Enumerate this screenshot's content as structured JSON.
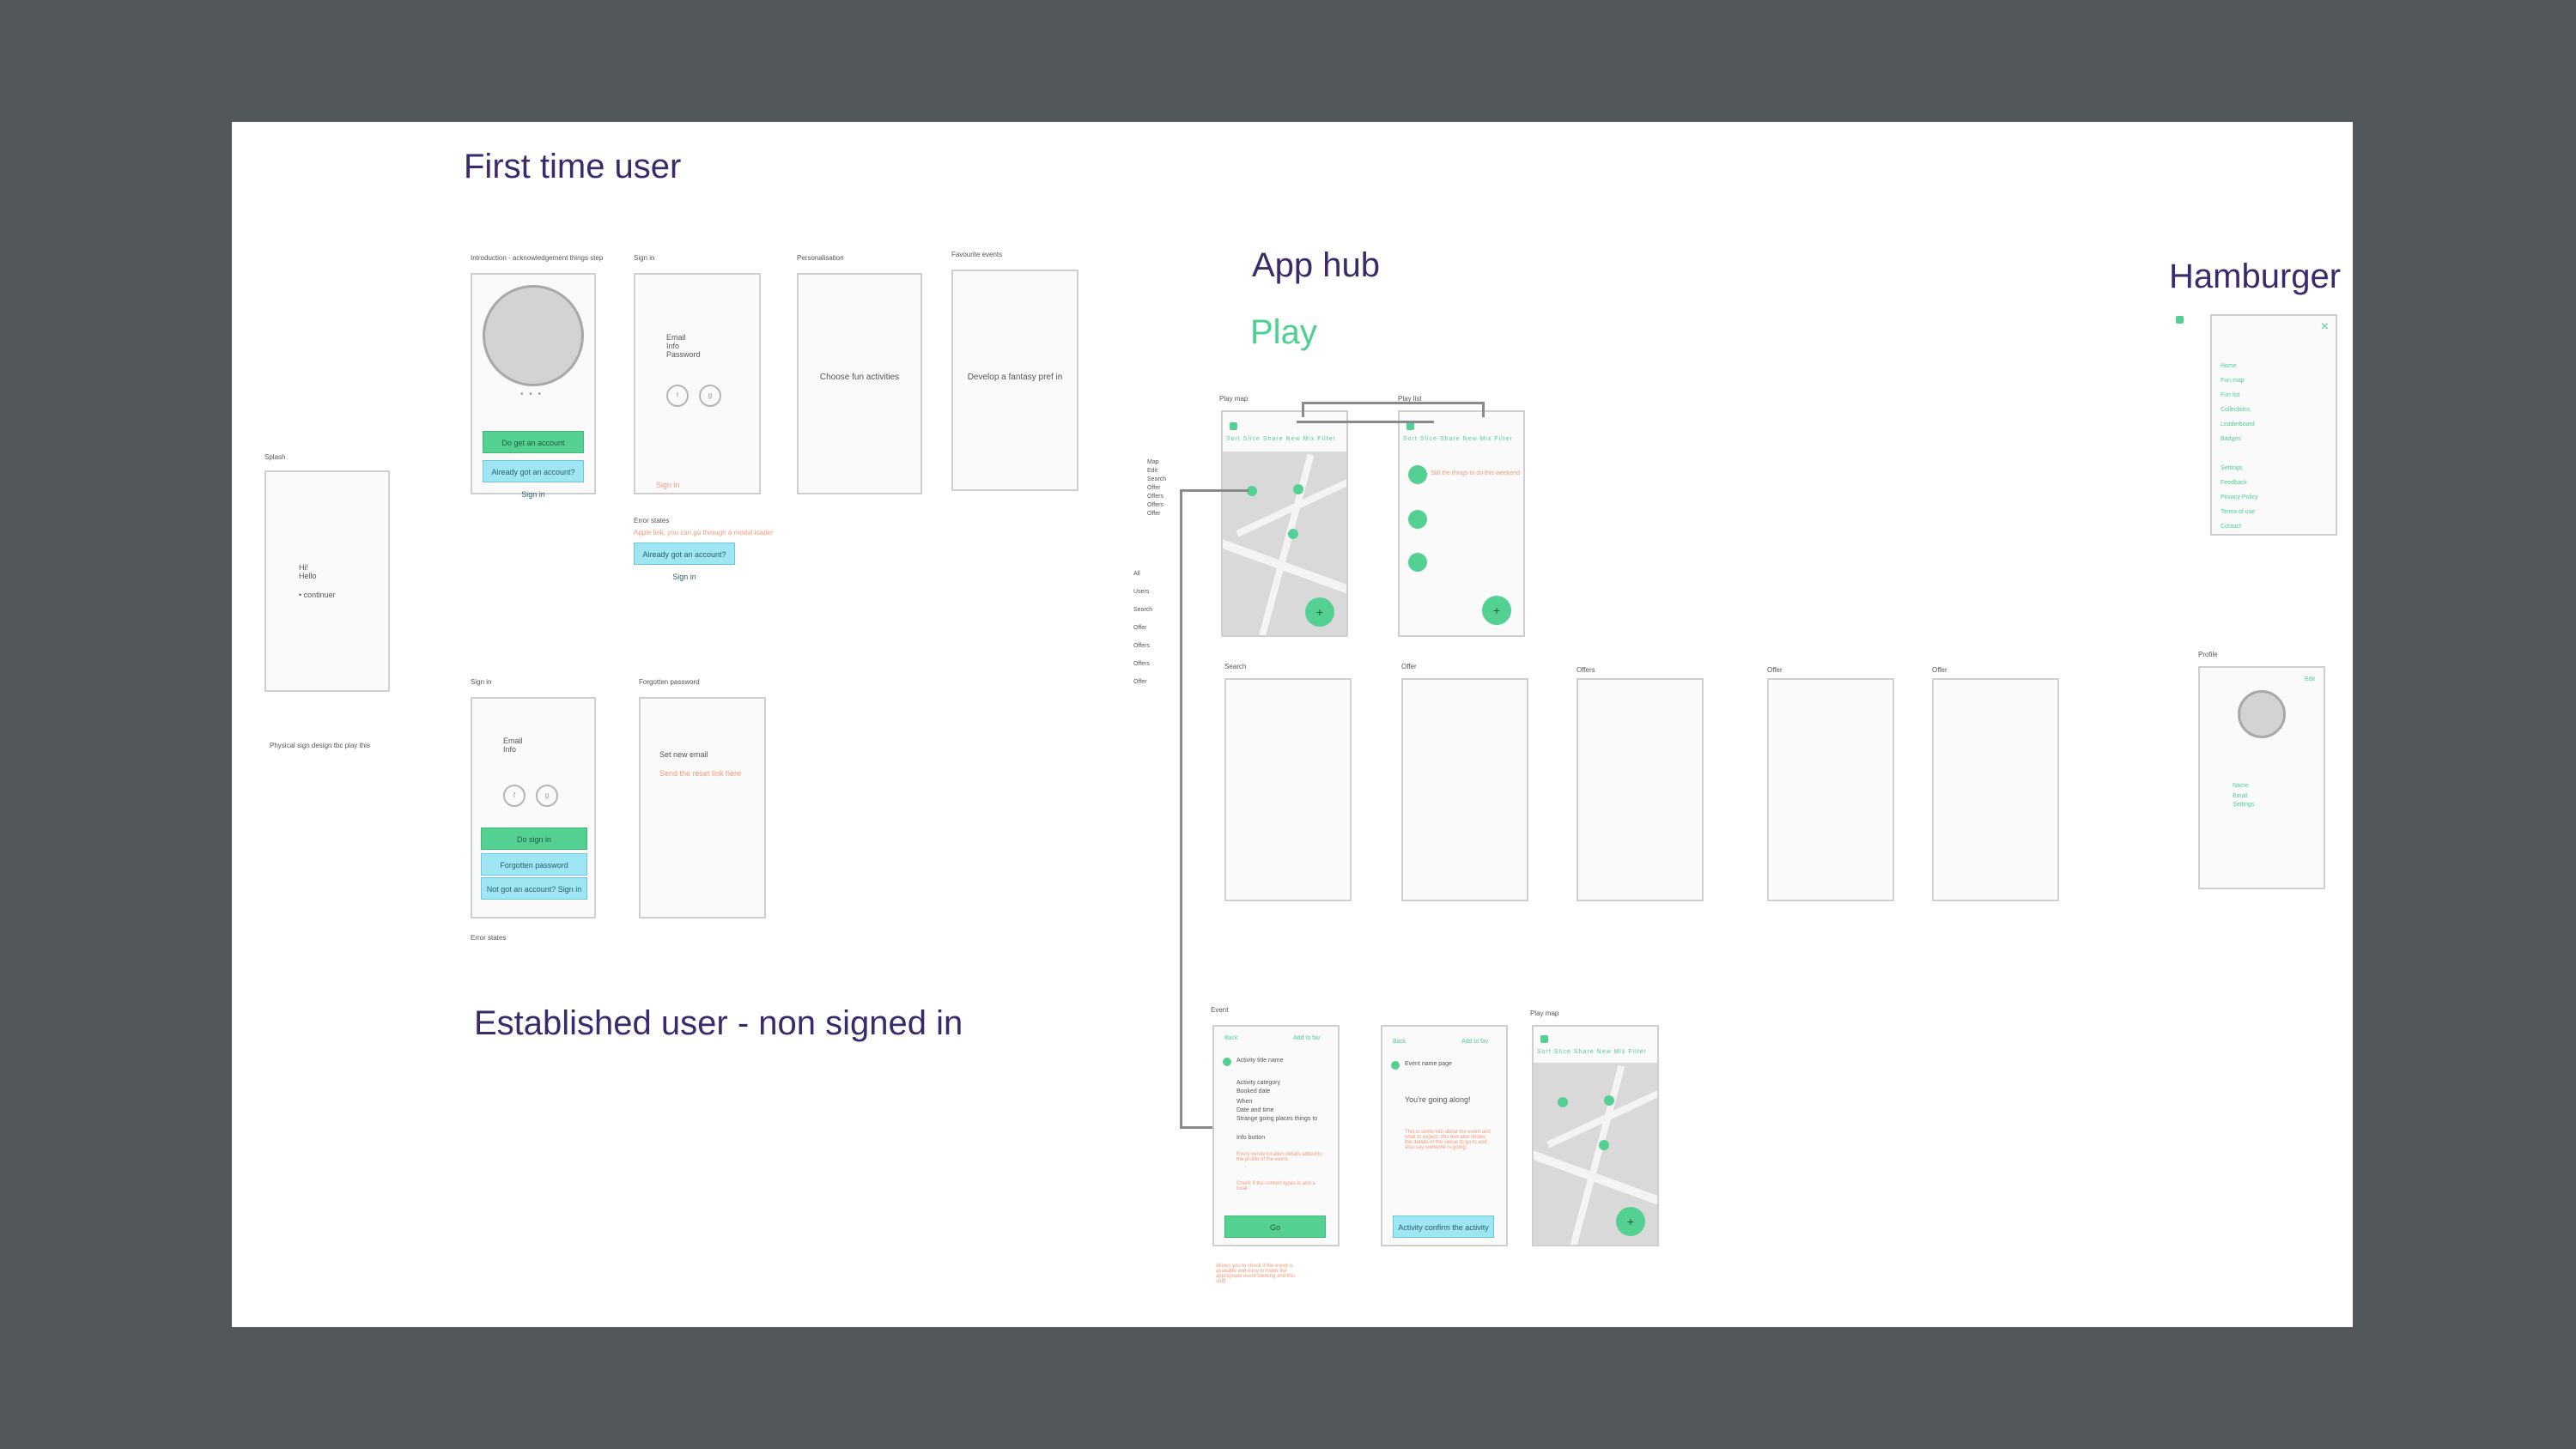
{
  "headings": {
    "first_time_user": "First time user",
    "app_hub": "App hub",
    "play": "Play",
    "hamburger": "Hamburger",
    "established": "Established user - non signed in"
  },
  "splash": {
    "caption": "Splash",
    "lines": [
      "Hi!",
      "Hello",
      "",
      "•  continuer"
    ],
    "footnote": "Physical sign design tbc play this"
  },
  "ftu": {
    "intro": {
      "caption": "Introduction - acknowledgement things step",
      "dots": "• • •",
      "cta_primary": "Do get an account",
      "cta_secondary": "Already got an account? Sign in"
    },
    "signin": {
      "caption": "Sign in",
      "lines": [
        "Email",
        "Info",
        "Password"
      ],
      "social": [
        "f",
        "g"
      ],
      "link": "Sign in",
      "note_caption": "Error states",
      "note": "Apple link, you can go through a modal loader",
      "note_button": "Already got an account? Sign in"
    },
    "personalisation": {
      "caption": "Personalisation",
      "body": "Choose fun activities"
    },
    "favourites": {
      "caption": "Favourite events",
      "body": "Develop a fantasy pref in"
    }
  },
  "established": {
    "signin": {
      "caption": "Sign in",
      "lines": [
        "Email",
        "Info"
      ],
      "social": [
        "f",
        "g"
      ],
      "cta_primary": "Do sign in",
      "cta_secondary": "Forgotten password",
      "cta_tertiary": "Not got an account? Sign in",
      "footnote": "Error states"
    },
    "forgotten": {
      "caption": "Forgotten password",
      "line1": "Set new email",
      "line2": "Send the reset link here"
    }
  },
  "hub": {
    "sidebar_top": [
      "Map",
      "",
      "Edit",
      "Search",
      "Offer",
      "Offers",
      "Offers",
      "Offer"
    ],
    "sidebar_bottom": [
      "All",
      "Users",
      "Search",
      "Offer",
      "Offers",
      "Offers",
      "Offer"
    ],
    "play_map": {
      "caption": "Play map",
      "tabs": "Sort  Slice  Share  New  Mix  Filter"
    },
    "play_list": {
      "caption": "Play list",
      "tabs": "Sort  Slice  Share  New  Mix  Filter",
      "item1": "Still the things to do this weekend"
    },
    "row_captions": [
      "Search",
      "Offer",
      "Offers",
      "Offer",
      "Offer"
    ],
    "event": {
      "caption": "Event",
      "back": "Back",
      "top_right": "Add to fav",
      "title": "Activity title name",
      "meta": [
        "Activity category",
        "Booked date",
        "When",
        "Date and time",
        "Strange going places things to"
      ],
      "section": "Info button",
      "red1": "Every venue location details added to the profile of the event.",
      "red2": "Check if the content types is and a local",
      "cta": "Go",
      "footnote": "Allows you to check if the event is available and easy to make the appropriate event booking and this stuff."
    },
    "confirm": {
      "back": "Back",
      "top_right": "Add to fav",
      "title": "Event name page",
      "body": "You're going along!",
      "red": "This is some info about the event and what to expect; this text also shows the details of the venue to go to and also say someone is going.",
      "cta": "Activity confirm the activity"
    },
    "play_map2": {
      "caption": "Play map",
      "tabs": "Sort  Slice  Share  New  Mix  Filter"
    }
  },
  "hamburger": {
    "menu_items": [
      "Home",
      "Fun map",
      "Fun list",
      "",
      "Collections",
      "Leaderboard",
      "Badges",
      "",
      "Settings",
      "Feedback",
      "Privacy Policy",
      "Terms of use",
      "Contact"
    ],
    "profile": {
      "caption": "Profile",
      "edit": "Edit",
      "lines": [
        "Name",
        "Email",
        "Settings"
      ]
    }
  }
}
